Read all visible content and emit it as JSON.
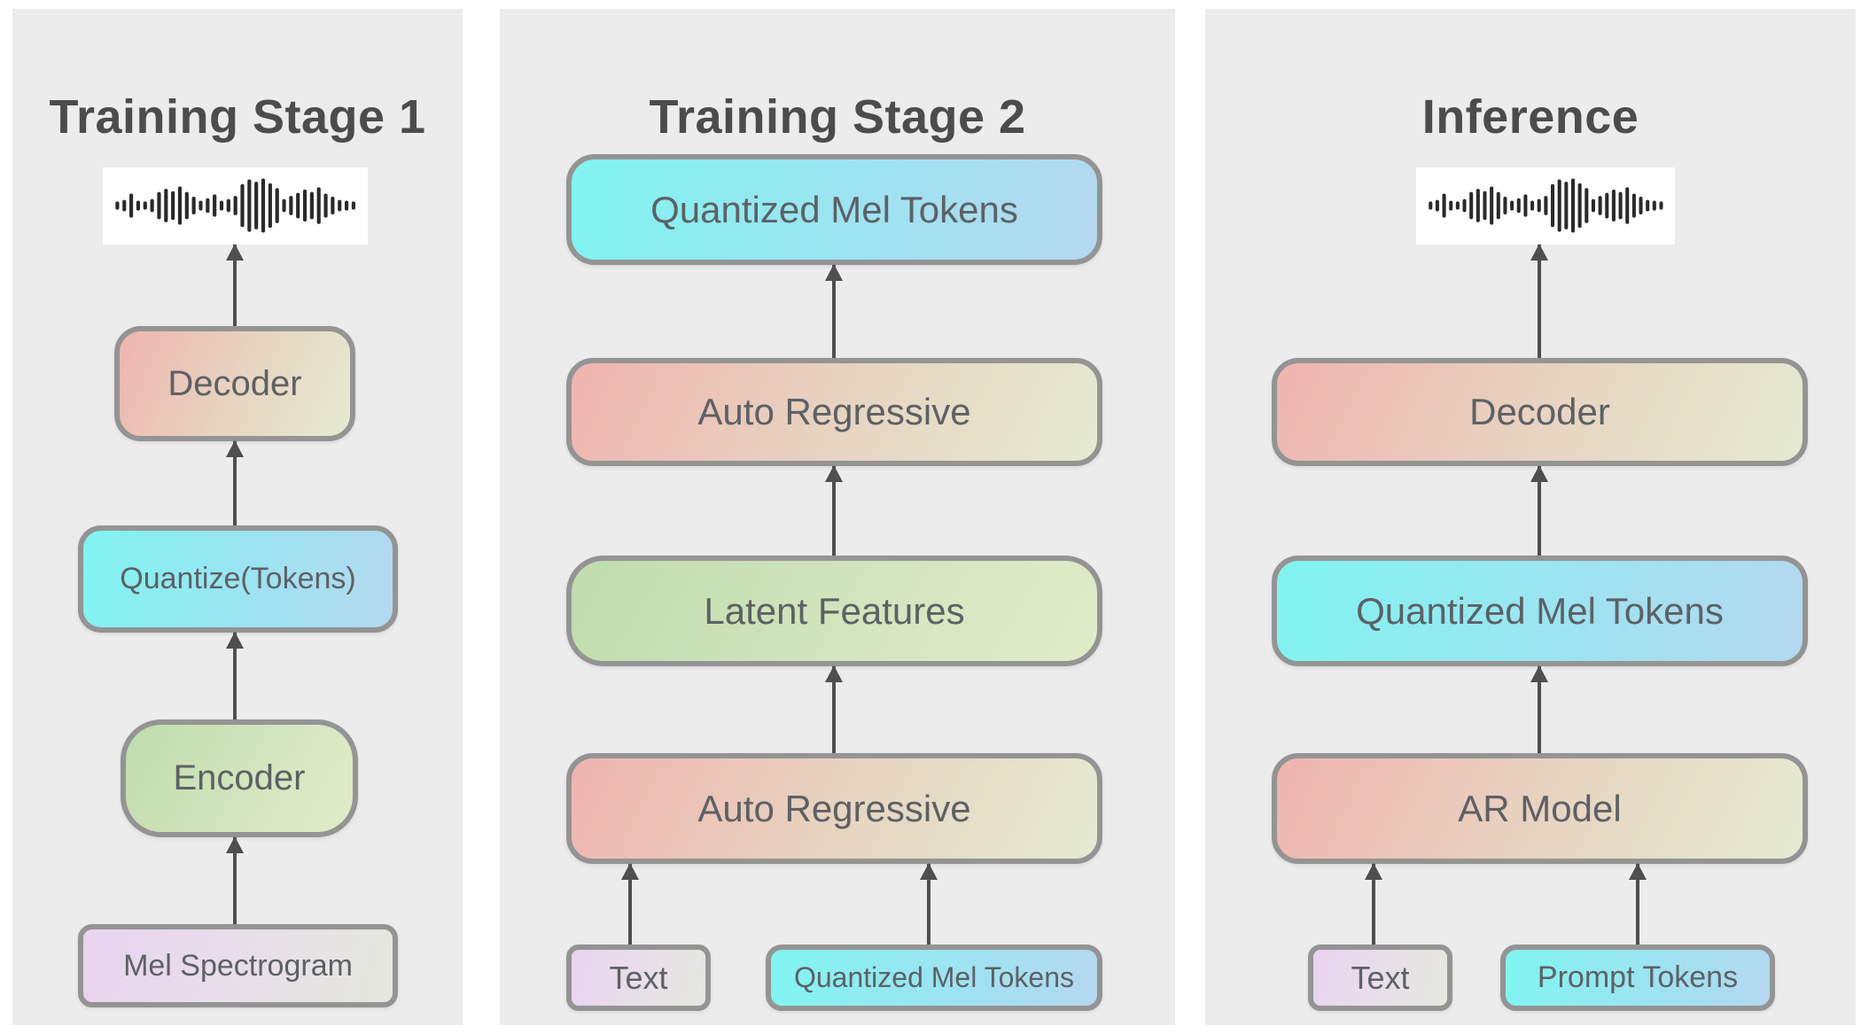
{
  "panel1": {
    "title": "Training Stage 1",
    "boxes": {
      "decoder": "Decoder",
      "quantize": "Quantize(Tokens)",
      "encoder": "Encoder",
      "mel": "Mel Spectrogram"
    },
    "output_icon": "waveform-icon"
  },
  "panel2": {
    "title": "Training Stage 2",
    "boxes": {
      "qmt_top": "Quantized Mel Tokens",
      "ar1": "Auto Regressive",
      "latent": "Latent Features",
      "ar2": "Auto Regressive",
      "text": "Text",
      "qmt_small": "Quantized Mel Tokens"
    }
  },
  "panel3": {
    "title": "Inference",
    "boxes": {
      "decoder": "Decoder",
      "qmt": "Quantized Mel Tokens",
      "ar_model": "AR Model",
      "text": "Text",
      "prompt": "Prompt Tokens"
    },
    "output_icon": "waveform-icon"
  },
  "palette": {
    "page_bg": "#ffffff",
    "panel_bg": "#ececec",
    "box_border": "#949494",
    "box_text": "#5d6165",
    "title_text": "#4c4c4c",
    "arrow": "#4f4f4f",
    "waveform_bars": "#2a2a2a",
    "gradient_red_start": "#efb4af",
    "gradient_red_end": "#e5ebd1",
    "gradient_cyan_start": "#80f4f0",
    "gradient_cyan_end": "#b4d8ef",
    "gradient_green_start": "#bedcad",
    "gradient_green_end": "#e1ecc9",
    "gradient_purple_start": "#e9d3f0",
    "gradient_purple_end": "#e6e8df"
  }
}
